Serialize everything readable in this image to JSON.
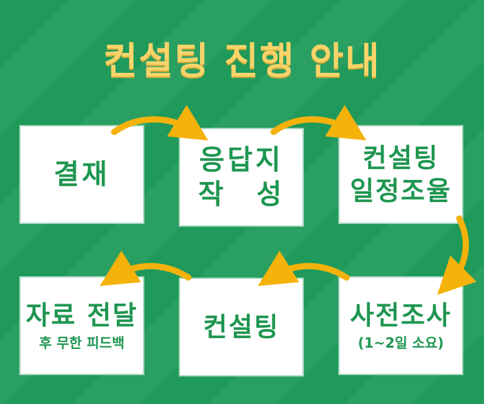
{
  "title": "컨설팅 진행 안내",
  "steps": [
    {
      "line1": "결재",
      "line2": ""
    },
    {
      "line1": "응답지",
      "line2": "작　성"
    },
    {
      "line1": "컨설팅",
      "line2": "일정조율"
    },
    {
      "line1": "사전조사",
      "line2": "(1~2일 소요)"
    },
    {
      "line1": "컨설팅",
      "line2": ""
    },
    {
      "line1": "자료 전달",
      "line2": "후 무한 피드백"
    }
  ],
  "colors": {
    "background": "#1f9a5a",
    "title": "#f8d46a",
    "text": "#1e9650",
    "arrow": "#f5b20a"
  }
}
